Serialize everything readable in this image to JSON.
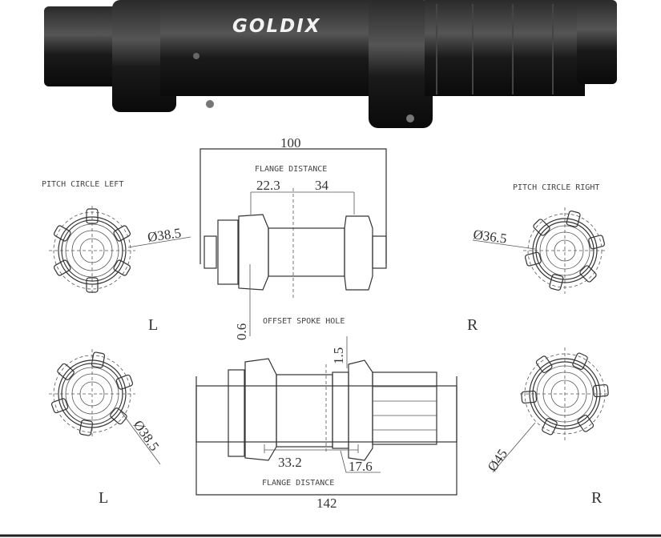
{
  "photo": {
    "brand": "GOLDIX"
  },
  "front_hub": {
    "overall_width": "100",
    "flange_distance_label": "FLANGE DISTANCE",
    "flange_left": "22.3",
    "flange_right": "34",
    "offset_label": "OFFSET SPOKE HOLE",
    "offset_value": "0.6",
    "pitch_left_label": "PITCH CIRCLE LEFT",
    "pitch_right_label": "PITCH CIRCLE RIGHT",
    "pcd_left": "Ø38.5",
    "pcd_right": "Ø36.5",
    "side_left": "L",
    "side_right": "R"
  },
  "rear_hub": {
    "overall_width": "142",
    "flange_distance_label": "FLANGE DISTANCE",
    "flange_left": "33.2",
    "flange_right": "17.6",
    "offset_value": "1.5",
    "pcd_left": "Ø38.5",
    "pcd_right": "Ø45",
    "side_left": "L",
    "side_right": "R"
  }
}
